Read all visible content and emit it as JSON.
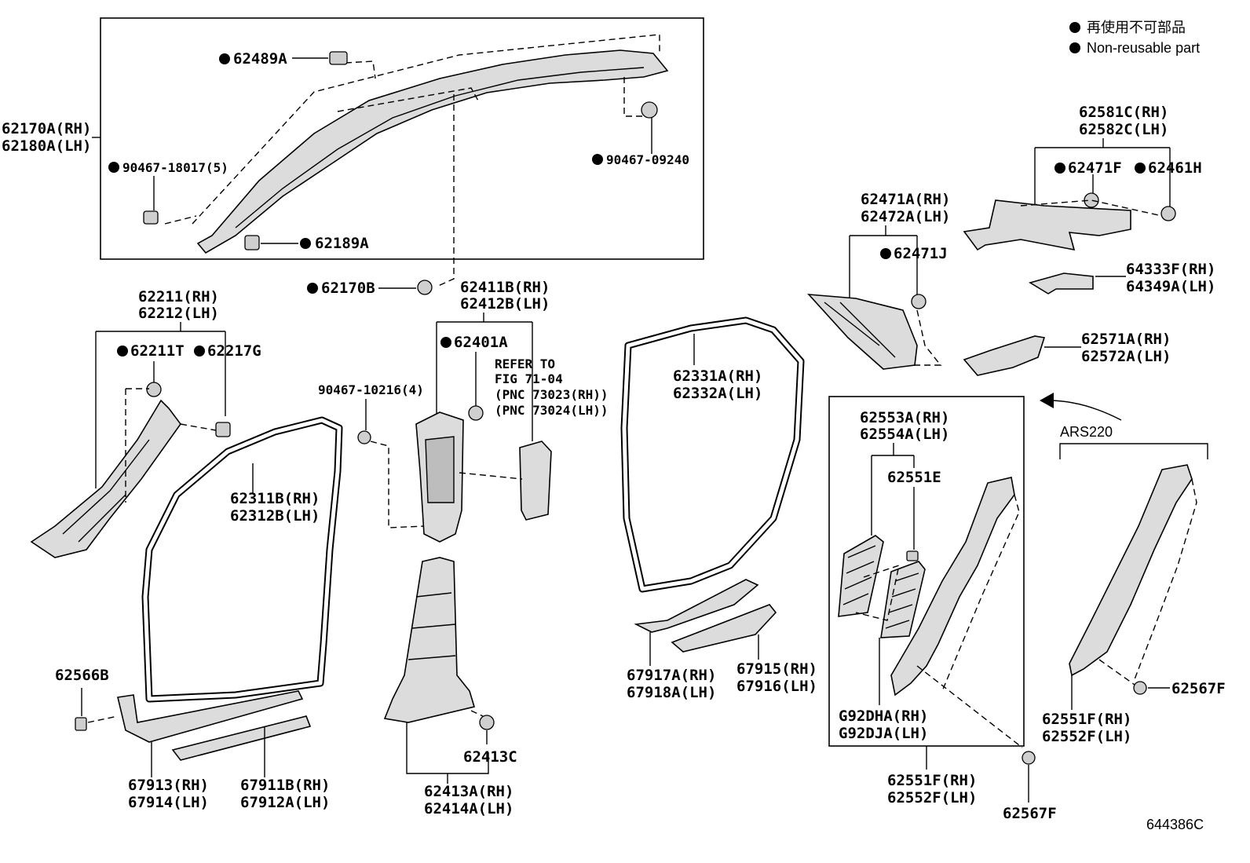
{
  "legend": {
    "jp": "再使用不可部品",
    "en": "Non-reusable part"
  },
  "diagram_id": "644386C",
  "labels": {
    "l_62170A_rh": "62170A(RH)",
    "l_62180A_lh": "62180A(LH)",
    "l_62489A": "62489A",
    "l_90467_18017": "90467-18017(5)",
    "l_62189A": "62189A",
    "l_90467_09240": "90467-09240",
    "l_62170B": "62170B",
    "l_62211_rh": "62211(RH)",
    "l_62212_lh": "62212(LH)",
    "l_62211T": "62211T",
    "l_62217G": "62217G",
    "l_62411B_rh": "62411B(RH)",
    "l_62412B_lh": "62412B(LH)",
    "l_62401A": "62401A",
    "l_refer1": "REFER TO",
    "l_refer2": "FIG 71-04",
    "l_refer3": "(PNC 73023(RH))",
    "l_refer4": "(PNC 73024(LH))",
    "l_90467_10216": "90467-10216(4)",
    "l_62311B_rh": "62311B(RH)",
    "l_62312B_lh": "62312B(LH)",
    "l_62566B": "62566B",
    "l_67913_rh": "67913(RH)",
    "l_67914_lh": "67914(LH)",
    "l_67911B_rh": "67911B(RH)",
    "l_67912A_lh": "67912A(LH)",
    "l_62413C": "62413C",
    "l_62413A_rh": "62413A(RH)",
    "l_62414A_lh": "62414A(LH)",
    "l_62331A_rh": "62331A(RH)",
    "l_62332A_lh": "62332A(LH)",
    "l_67917A_rh": "67917A(RH)",
    "l_67918A_lh": "67918A(LH)",
    "l_67915_rh": "67915(RH)",
    "l_67916_lh": "67916(LH)",
    "l_62471A_rh": "62471A(RH)",
    "l_62472A_lh": "62472A(LH)",
    "l_62471J": "62471J",
    "l_62581C_rh": "62581C(RH)",
    "l_62582C_lh": "62582C(LH)",
    "l_62471F": "62471F",
    "l_62461H": "62461H",
    "l_64333F_rh": "64333F(RH)",
    "l_64349A_lh": "64349A(LH)",
    "l_62571A_rh": "62571A(RH)",
    "l_62572A_lh": "62572A(LH)",
    "l_62553A_rh": "62553A(RH)",
    "l_62554A_lh": "62554A(LH)",
    "l_62551E": "62551E",
    "l_G92DHA_rh": "G92DHA(RH)",
    "l_G92DJA_lh": "G92DJA(LH)",
    "l_62551F_rh_box": "62551F(RH)",
    "l_62552F_lh_box": "62552F(LH)",
    "l_62567F_bottom": "62567F",
    "l_ars220": "ARS220",
    "l_62551F_rh": "62551F(RH)",
    "l_62552F_lh": "62552F(LH)",
    "l_62567F_right": "62567F"
  }
}
